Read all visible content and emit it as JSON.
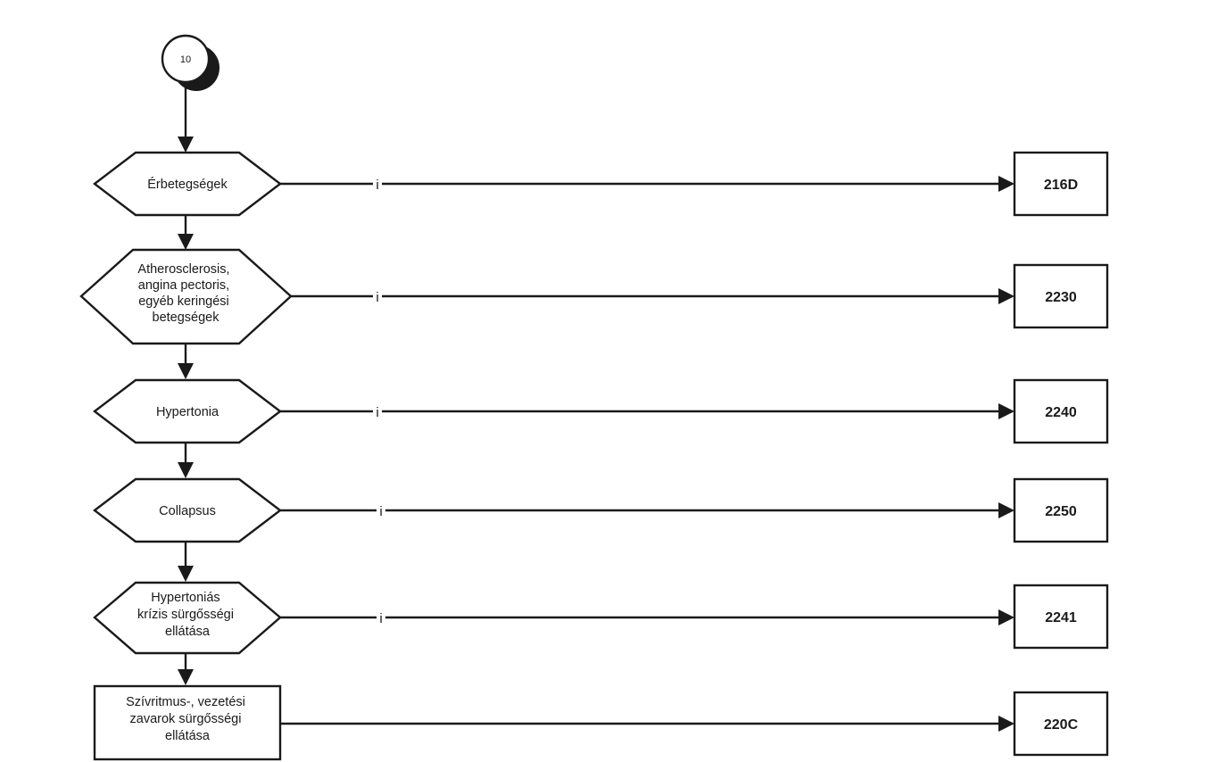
{
  "start_connector": {
    "label": "10"
  },
  "nodes": [
    {
      "id": "erbetegsegek",
      "shape": "hexagon",
      "lines": [
        "Érbetegségek"
      ],
      "edge_label": "i",
      "target": "216D"
    },
    {
      "id": "atherosclerosis",
      "shape": "hexagon",
      "lines": [
        "Atherosclerosis,",
        "angina pectoris,",
        "egyéb keringési",
        "betegségek"
      ],
      "edge_label": "i",
      "target": "2230"
    },
    {
      "id": "hypertonia",
      "shape": "hexagon",
      "lines": [
        "Hypertonia"
      ],
      "edge_label": "i",
      "target": "2240"
    },
    {
      "id": "collapsus",
      "shape": "hexagon",
      "lines": [
        "Collapsus"
      ],
      "edge_label": "i",
      "target": "2250"
    },
    {
      "id": "hypertonias-krizis",
      "shape": "hexagon",
      "lines": [
        "Hypertoniás",
        "krízis sürgősségi",
        "ellátása"
      ],
      "edge_label": "i",
      "target": "2241"
    },
    {
      "id": "szivritmus",
      "shape": "rectangle",
      "lines": [
        "Szívritmus-, vezetési",
        "zavarok sürgősségi",
        "ellátása"
      ],
      "edge_label": "",
      "target": "220C"
    }
  ]
}
